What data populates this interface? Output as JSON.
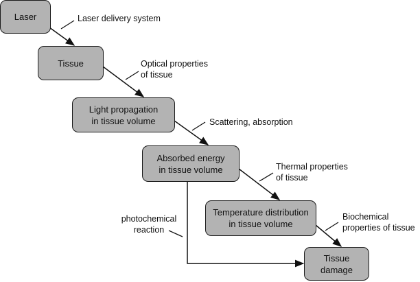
{
  "nodes": {
    "laser": "Laser",
    "tissue": "Tissue",
    "light_l1": "Light propagation",
    "light_l2": "in tissue volume",
    "absorbed_l1": "Absorbed energy",
    "absorbed_l2": "in tissue volume",
    "temp_l1": "Temperature distribution",
    "temp_l2": "in tissue volume",
    "damage_l1": "Tissue",
    "damage_l2": "damage"
  },
  "edge_labels": {
    "delivery": "Laser delivery system",
    "optical_l1": "Optical properties",
    "optical_l2": "of tissue",
    "scatter": "Scattering, absorption",
    "thermal_l1": "Thermal properties",
    "thermal_l2": "of tissue",
    "biochem_l1": "Biochemical",
    "biochem_l2": "properties of tissue",
    "photo_l1": "photochemical",
    "photo_l2": "reaction"
  }
}
